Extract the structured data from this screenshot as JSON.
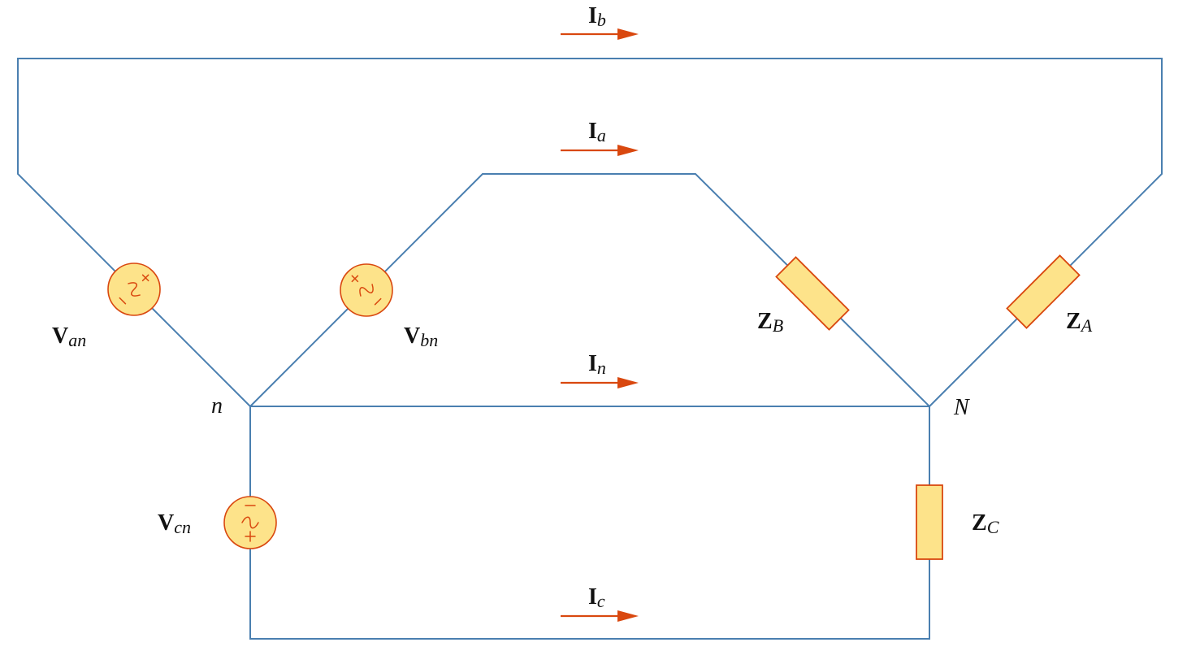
{
  "colors": {
    "wire": "#4a7fb0",
    "arrow": "#d9480f",
    "component_fill": "#fde38a",
    "component_stroke": "#d9480f"
  },
  "currents": {
    "Ib": {
      "main": "I",
      "sub": "b"
    },
    "Ia": {
      "main": "I",
      "sub": "a"
    },
    "In": {
      "main": "I",
      "sub": "n"
    },
    "Ic": {
      "main": "I",
      "sub": "c"
    }
  },
  "sources": {
    "Van": {
      "main": "V",
      "sub": "an"
    },
    "Vbn": {
      "main": "V",
      "sub": "bn"
    },
    "Vcn": {
      "main": "V",
      "sub": "cn"
    }
  },
  "impedances": {
    "ZA": {
      "main": "Z",
      "sub": "A"
    },
    "ZB": {
      "main": "Z",
      "sub": "B"
    },
    "ZC": {
      "main": "Z",
      "sub": "C"
    }
  },
  "nodes": {
    "source_neutral": "n",
    "load_neutral": "N"
  }
}
